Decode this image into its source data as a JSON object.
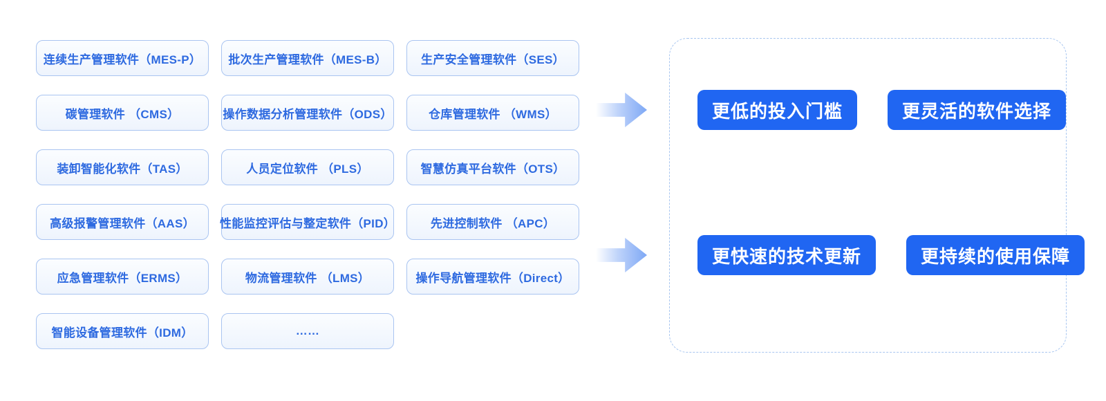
{
  "modules": {
    "items": [
      "连续生产管理软件（MES-P）",
      "批次生产管理软件（MES-B）",
      "生产安全管理软件（SES）",
      "碳管理软件 （CMS）",
      "操作数据分析管理软件（ODS）",
      "仓库管理软件 （WMS）",
      "装卸智能化软件（TAS）",
      "人员定位软件 （PLS）",
      "智慧仿真平台软件（OTS）",
      "高级报警管理软件（AAS）",
      "性能监控评估与整定软件（PID）",
      "先进控制软件 （APC）",
      "应急管理软件（ERMS）",
      "物流管理软件 （LMS）",
      "操作导航管理软件（Direct）",
      "智能设备管理软件（IDM）",
      "……"
    ]
  },
  "benefits": {
    "items": [
      "更低的投入门槛",
      "更灵活的软件选择",
      "更快速的技术更新",
      "更持续的使用保障"
    ]
  },
  "colors": {
    "accent_blue": "#2066f2",
    "module_text_blue": "#2e6ae0",
    "module_border_blue": "#a9c4f1",
    "module_bg_light": "#f4f8fe",
    "dashed_border_blue": "#a8c6f0",
    "arrow_blue": "#7ea8f5",
    "benefit_text": "#ffffff"
  }
}
